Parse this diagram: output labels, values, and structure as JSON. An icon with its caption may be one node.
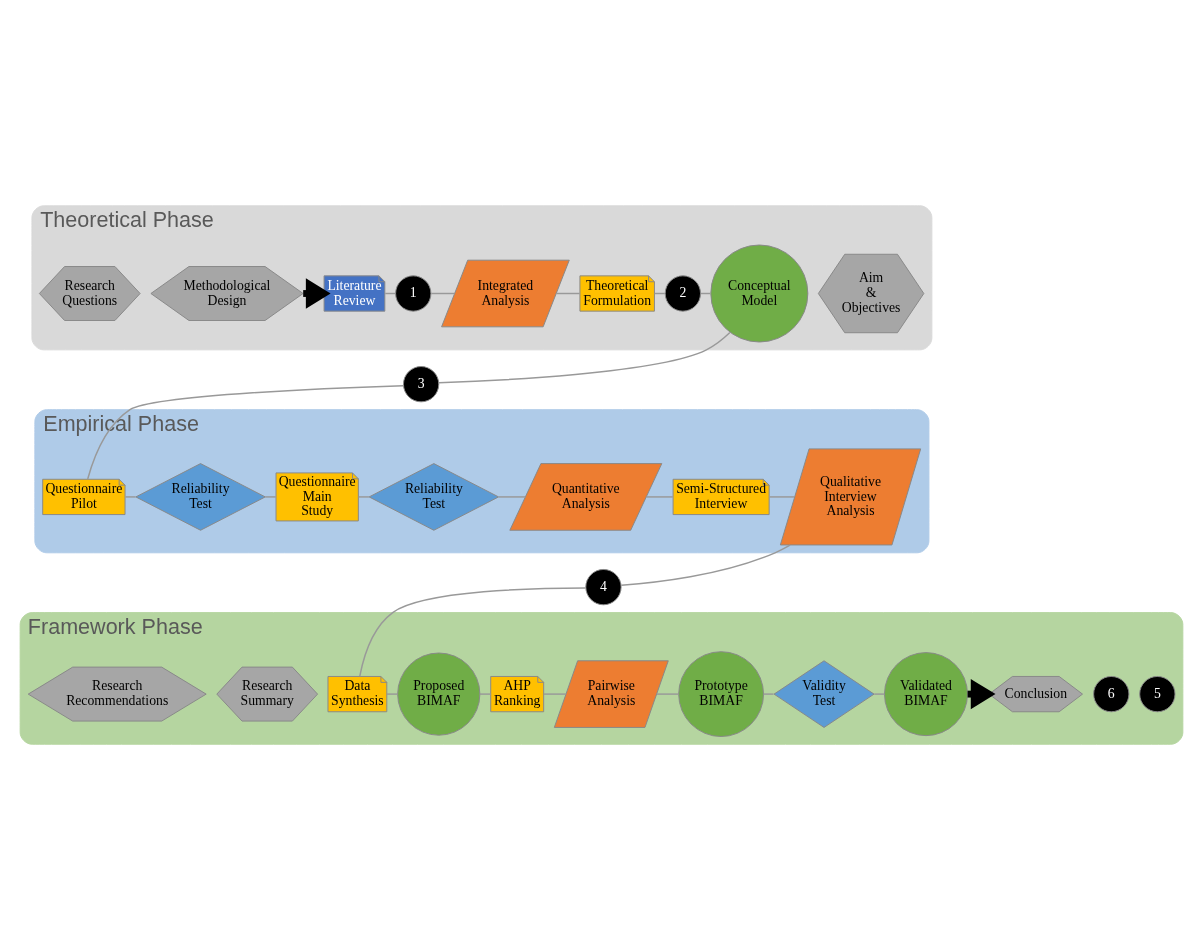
{
  "diagram": {
    "nodes": [
      {
        "text": [
          "Theoretical Phase"
        ]
      },
      {
        "text": [
          "Aim & Objectives"
        ],
        "in": 0
      },
      {
        "text": [
          "Methodological Design"
        ],
        "in": 0
      },
      {
        "text": [
          "Research Questions"
        ],
        "in": 0
      },
      {
        "text": [
          "Literature Review"
        ],
        "in": 0
      },
      {
        "text": [
          "1"
        ],
        "in": 0
      },
      {
        "text": [
          "Integrated Analysis"
        ],
        "in": 0
      },
      {
        "text": [
          "Theoretical Formulation"
        ],
        "in": 0
      },
      {
        "text": [
          "2"
        ],
        "in": 0
      },
      {
        "text": [
          "Conceptual Model"
        ],
        "in": 0
      },
      {
        "text": [
          "3"
        ]
      },
      {
        "text": [
          "Empirical Phase"
        ]
      },
      {
        "text": [
          "Qualitative Interview Analysis"
        ],
        "in": 11
      },
      {
        "text": [
          "Semi-Structured Interview"
        ],
        "in": 11
      },
      {
        "text": [
          "Quantitative Analysis"
        ],
        "in": 11
      },
      {
        "text": [
          "Reliability Test"
        ],
        "in": 11
      },
      {
        "text": [
          "Questionnaire Main Study"
        ],
        "in": 11
      },
      {
        "text": [
          "Reliability Test"
        ],
        "in": 11
      },
      {
        "text": [
          "Questionnaire Pilot"
        ],
        "in": 11
      },
      {
        "text": [
          "4"
        ]
      },
      {
        "text": [
          "Framework Phase"
        ]
      },
      {
        "text": [
          "5"
        ],
        "in": 20
      },
      {
        "text": [
          "6"
        ],
        "in": 20
      },
      {
        "text": [
          "Data Synthesis"
        ],
        "in": 20
      },
      {
        "text": [
          "Proposed BIMAF"
        ],
        "in": 20
      },
      {
        "text": [
          "AHP Ranking"
        ],
        "in": 20
      },
      {
        "text": [
          "Pairwise Analysis"
        ],
        "in": 20
      },
      {
        "text": [
          "Prototype BIMAF"
        ],
        "in": 20
      },
      {
        "text": [
          "Validity Test"
        ],
        "in": 20
      },
      {
        "text": [
          "Validated BIMAF"
        ],
        "in": 20
      },
      {
        "text": [
          "Conclusion"
        ],
        "in": 20
      },
      {
        "text": [
          "Research Summary"
        ],
        "in": 20
      },
      {
        "text": [
          "Research Recommendations"
        ],
        "in": 20
      }
    ],
    "edges": [
      {
        "from": 2,
        "to": 4,
        "arrow": "to",
        "style": "thick",
        "color": "#000000"
      },
      {
        "from": 4,
        "to": 5,
        "arrow": "none"
      },
      {
        "from": 5,
        "to": 6,
        "arrow": "none"
      },
      {
        "from": 6,
        "to": 7,
        "arrow": "none"
      },
      {
        "from": 7,
        "to": 8,
        "arrow": "none"
      },
      {
        "from": 8,
        "to": 9,
        "arrow": "none"
      },
      {
        "from": 9,
        "to": 10,
        "arrow": "none"
      },
      {
        "from": 10,
        "to": 18,
        "arrow": "none"
      },
      {
        "from": 18,
        "to": 17,
        "arrow": "none"
      },
      {
        "from": 17,
        "to": 16,
        "arrow": "none"
      },
      {
        "from": 16,
        "to": 15,
        "arrow": "none"
      },
      {
        "from": 15,
        "to": 14,
        "arrow": "none"
      },
      {
        "from": 14,
        "to": 13,
        "arrow": "none"
      },
      {
        "from": 13,
        "to": 12,
        "arrow": "none"
      },
      {
        "from": 12,
        "to": 19,
        "arrow": "none"
      },
      {
        "from": 19,
        "to": 23,
        "arrow": "none"
      },
      {
        "from": 23,
        "to": 24,
        "arrow": "none"
      },
      {
        "from": 24,
        "to": 25,
        "arrow": "none"
      },
      {
        "from": 25,
        "to": 26,
        "arrow": "none"
      },
      {
        "from": 26,
        "to": 27,
        "arrow": "none"
      },
      {
        "from": 27,
        "to": 28,
        "arrow": "none"
      },
      {
        "from": 28,
        "to": 29,
        "arrow": "none"
      },
      {
        "from": 29,
        "to": 30,
        "arrow": "to",
        "style": "thick",
        "color": "#000000"
      }
    ]
  }
}
